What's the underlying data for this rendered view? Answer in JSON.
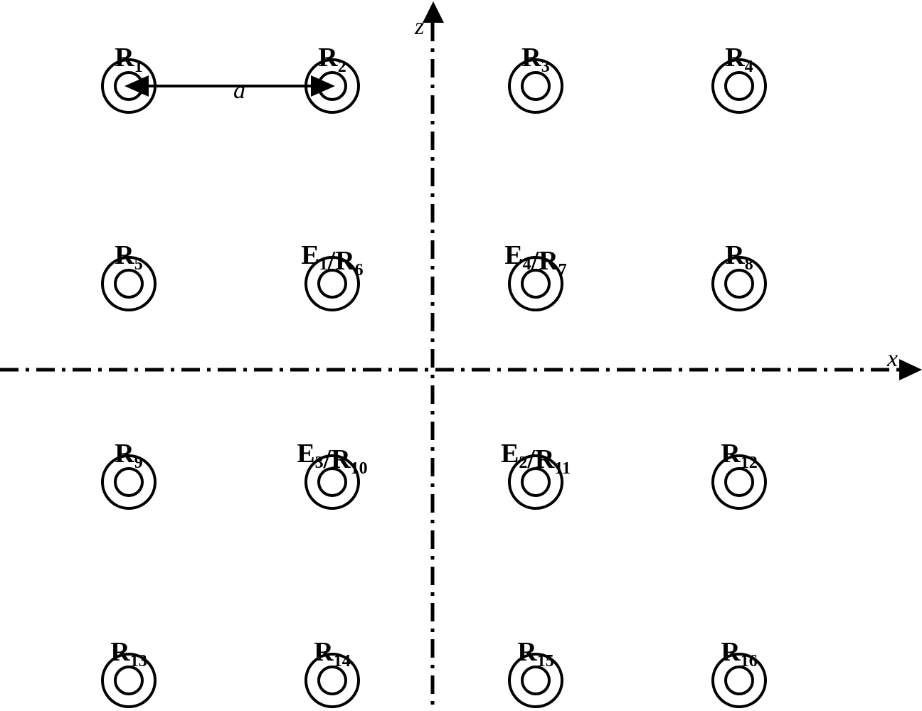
{
  "axes": {
    "x_label": "x",
    "z_label": "z"
  },
  "dimension": {
    "label": "a",
    "from_node": 0,
    "to_node": 1
  },
  "grid": {
    "rows": 4,
    "cols": 4
  },
  "nodes": [
    {
      "parts": [
        {
          "base": "R",
          "sub": "1"
        }
      ]
    },
    {
      "parts": [
        {
          "base": "R",
          "sub": "2"
        }
      ]
    },
    {
      "parts": [
        {
          "base": "R",
          "sub": "3"
        }
      ]
    },
    {
      "parts": [
        {
          "base": "R",
          "sub": "4"
        }
      ]
    },
    {
      "parts": [
        {
          "base": "R",
          "sub": "5"
        }
      ]
    },
    {
      "parts": [
        {
          "base": "E",
          "sub": "1"
        },
        {
          "base": "/R",
          "sub": "6"
        }
      ]
    },
    {
      "parts": [
        {
          "base": "E",
          "sub": "4"
        },
        {
          "base": "/R",
          "sub": "7"
        }
      ]
    },
    {
      "parts": [
        {
          "base": "R",
          "sub": "8"
        }
      ]
    },
    {
      "parts": [
        {
          "base": "R",
          "sub": "9"
        }
      ]
    },
    {
      "parts": [
        {
          "base": "E",
          "sub": "3"
        },
        {
          "base": "/R",
          "sub": "10"
        }
      ]
    },
    {
      "parts": [
        {
          "base": "E",
          "sub": "2"
        },
        {
          "base": "/R",
          "sub": "11"
        }
      ]
    },
    {
      "parts": [
        {
          "base": "R",
          "sub": "12"
        }
      ]
    },
    {
      "parts": [
        {
          "base": "R",
          "sub": "13"
        }
      ]
    },
    {
      "parts": [
        {
          "base": "R",
          "sub": "14"
        }
      ]
    },
    {
      "parts": [
        {
          "base": "R",
          "sub": "15"
        }
      ]
    },
    {
      "parts": [
        {
          "base": "R",
          "sub": "16"
        }
      ]
    }
  ]
}
